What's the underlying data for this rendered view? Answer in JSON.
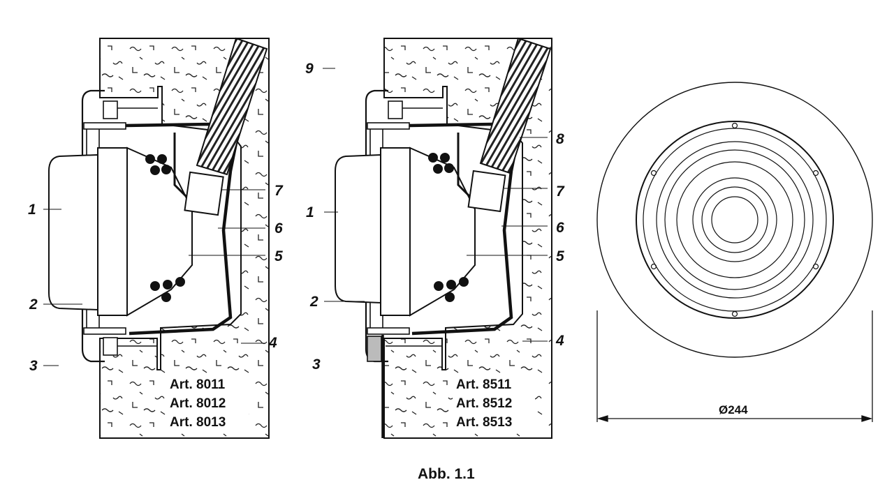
{
  "left_view": {
    "labels": [
      "1",
      "2",
      "3",
      "4",
      "5",
      "6",
      "7"
    ],
    "articles": [
      "Art. 8011",
      "Art. 8012",
      "Art. 8013"
    ]
  },
  "middle_view": {
    "labels": [
      "1",
      "2",
      "3",
      "4",
      "5",
      "6",
      "7",
      "8",
      "9"
    ],
    "articles": [
      "Art. 8511",
      "Art. 8512",
      "Art. 8513"
    ]
  },
  "front_view": {
    "diameter_label": "Ø244"
  },
  "caption": "Abb. 1.1"
}
